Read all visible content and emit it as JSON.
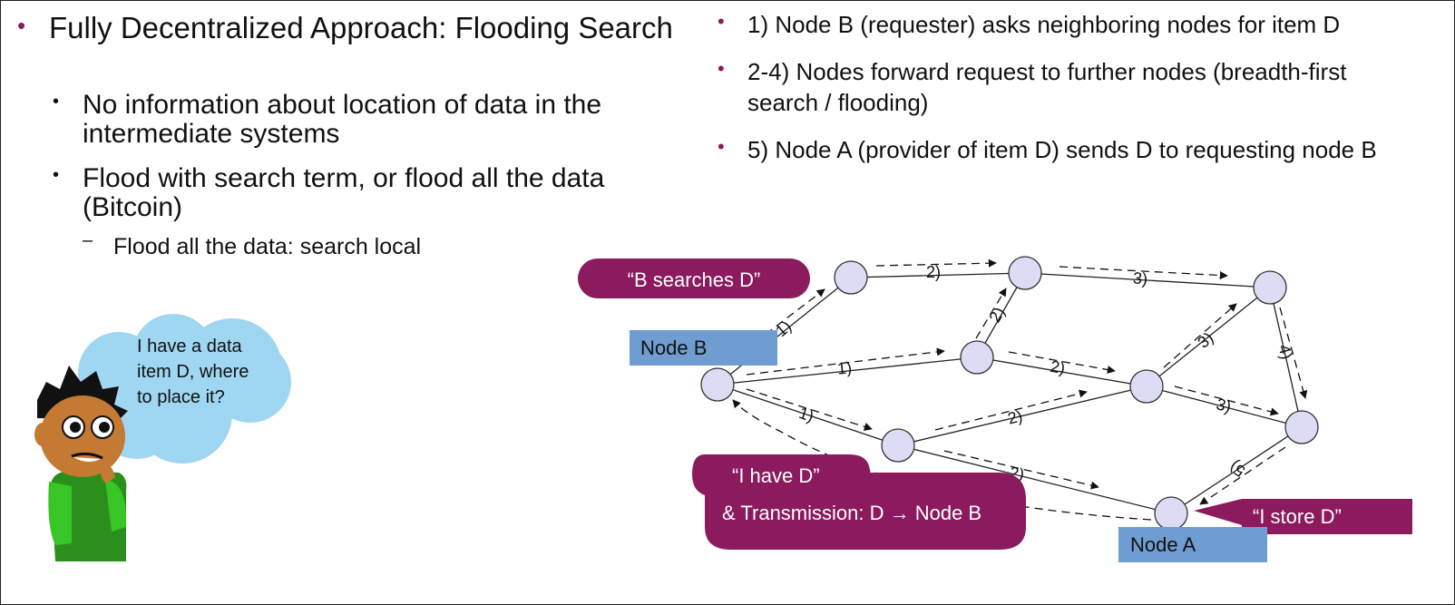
{
  "left": {
    "heading": "Fully Decentralized Approach: Flooding Search",
    "sub_items": [
      "No information about location of data in the intermediate systems",
      "Flood with search term, or flood all the data (Bitcoin)"
    ],
    "sub_sub_item": "Flood all the data: search local"
  },
  "right": {
    "steps": [
      "1) Node B (requester) asks neighboring nodes for item D",
      "2-4) Nodes forward request to further nodes (breadth-first search / flooding)",
      "5) Node A (provider of item D) sends D to requesting node B"
    ]
  },
  "cartoon": {
    "thought": "I have a data item D, where to place it?"
  },
  "diagram": {
    "callout_search": "“B searches D”",
    "callout_have": "“I have D”",
    "callout_transmission": "& Transmission: D → Node B",
    "callout_store": "“I store D”",
    "node_b_label": "Node B",
    "node_a_label": "Node A",
    "edge_labels": [
      "1)",
      "1)",
      "1)",
      "2)",
      "2)",
      "2)",
      "2)",
      "2)",
      "3)",
      "3)",
      "3)",
      "4)",
      "5)"
    ]
  },
  "colors": {
    "accent": "#8b1a5e",
    "node_fill": "#dcdcf5",
    "node_box": "#6f9dd1"
  }
}
